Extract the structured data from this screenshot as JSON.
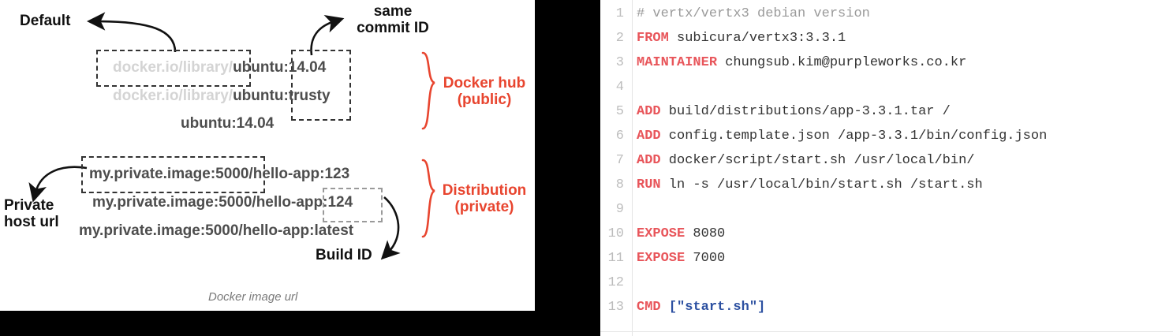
{
  "diagram": {
    "caption": "Docker image url",
    "annotations": {
      "default": "Default",
      "same_commit_id_line1": "same",
      "same_commit_id_line2": "commit ID",
      "private_host_url_line1": "Private",
      "private_host_url_line2": "host url",
      "build_id": "Build ID"
    },
    "groups": [
      {
        "line1": "Docker hub",
        "line2": "(public)"
      },
      {
        "line1": "Distribution",
        "line2": "(private)"
      }
    ],
    "public_rows": [
      {
        "faint": "docker.io/library/",
        "strong": "ubuntu",
        "tag": ":14.04"
      },
      {
        "faint": "docker.io/library/",
        "strong": "ubuntu",
        "tag": ":trusty"
      },
      {
        "faint": "",
        "strong": "ubuntu",
        "tag": ":14.04"
      }
    ],
    "private_rows": [
      {
        "host": "my.private.image:5000/",
        "repo": "hello-app",
        "tag": ":123"
      },
      {
        "host": "my.private.image:5000/",
        "repo": "hello-app",
        "tag": ":124"
      },
      {
        "host": "my.private.image:5000/",
        "repo": "hello-app",
        "tag": ":latest"
      }
    ],
    "colors": {
      "accent_red": "#e8452f",
      "faint_gray": "#d4d4d4",
      "text_gray": "#4d4d4d",
      "dash_dark": "#333333",
      "dash_light": "#9a9a9a"
    }
  },
  "code": {
    "language": "Dockerfile",
    "colors": {
      "keyword": "#e8555a",
      "comment": "#9a9a9a",
      "string": "#2b4fa0",
      "text": "#333333",
      "line_number": "#bdbdbd"
    },
    "lines": [
      {
        "n": "1",
        "tokens": [
          {
            "t": "comment",
            "v": "# vertx/vertx3 debian version"
          }
        ]
      },
      {
        "n": "2",
        "tokens": [
          {
            "t": "kw",
            "v": "FROM"
          },
          {
            "t": "plain",
            "v": " subicura/vertx3:3.3.1"
          }
        ]
      },
      {
        "n": "3",
        "tokens": [
          {
            "t": "kw",
            "v": "MAINTAINER"
          },
          {
            "t": "plain",
            "v": " chungsub.kim@purpleworks.co.kr"
          }
        ]
      },
      {
        "n": "4",
        "tokens": []
      },
      {
        "n": "5",
        "tokens": [
          {
            "t": "kw",
            "v": "ADD"
          },
          {
            "t": "plain",
            "v": " build/distributions/app-3.3.1.tar /"
          }
        ]
      },
      {
        "n": "6",
        "tokens": [
          {
            "t": "kw",
            "v": "ADD"
          },
          {
            "t": "plain",
            "v": " config.template.json /app-3.3.1/bin/config.json"
          }
        ]
      },
      {
        "n": "7",
        "tokens": [
          {
            "t": "kw",
            "v": "ADD"
          },
          {
            "t": "plain",
            "v": " docker/script/start.sh /usr/local/bin/"
          }
        ]
      },
      {
        "n": "8",
        "tokens": [
          {
            "t": "kw",
            "v": "RUN"
          },
          {
            "t": "plain",
            "v": " ln -s /usr/local/bin/start.sh /start.sh"
          }
        ]
      },
      {
        "n": "9",
        "tokens": []
      },
      {
        "n": "10",
        "tokens": [
          {
            "t": "kw",
            "v": "EXPOSE"
          },
          {
            "t": "plain",
            "v": " 8080"
          }
        ]
      },
      {
        "n": "11",
        "tokens": [
          {
            "t": "kw",
            "v": "EXPOSE"
          },
          {
            "t": "plain",
            "v": " 7000"
          }
        ]
      },
      {
        "n": "12",
        "tokens": []
      },
      {
        "n": "13",
        "tokens": [
          {
            "t": "kw",
            "v": "CMD"
          },
          {
            "t": "plain",
            "v": " "
          },
          {
            "t": "str",
            "v": "[\"start.sh\"]"
          }
        ]
      }
    ]
  }
}
